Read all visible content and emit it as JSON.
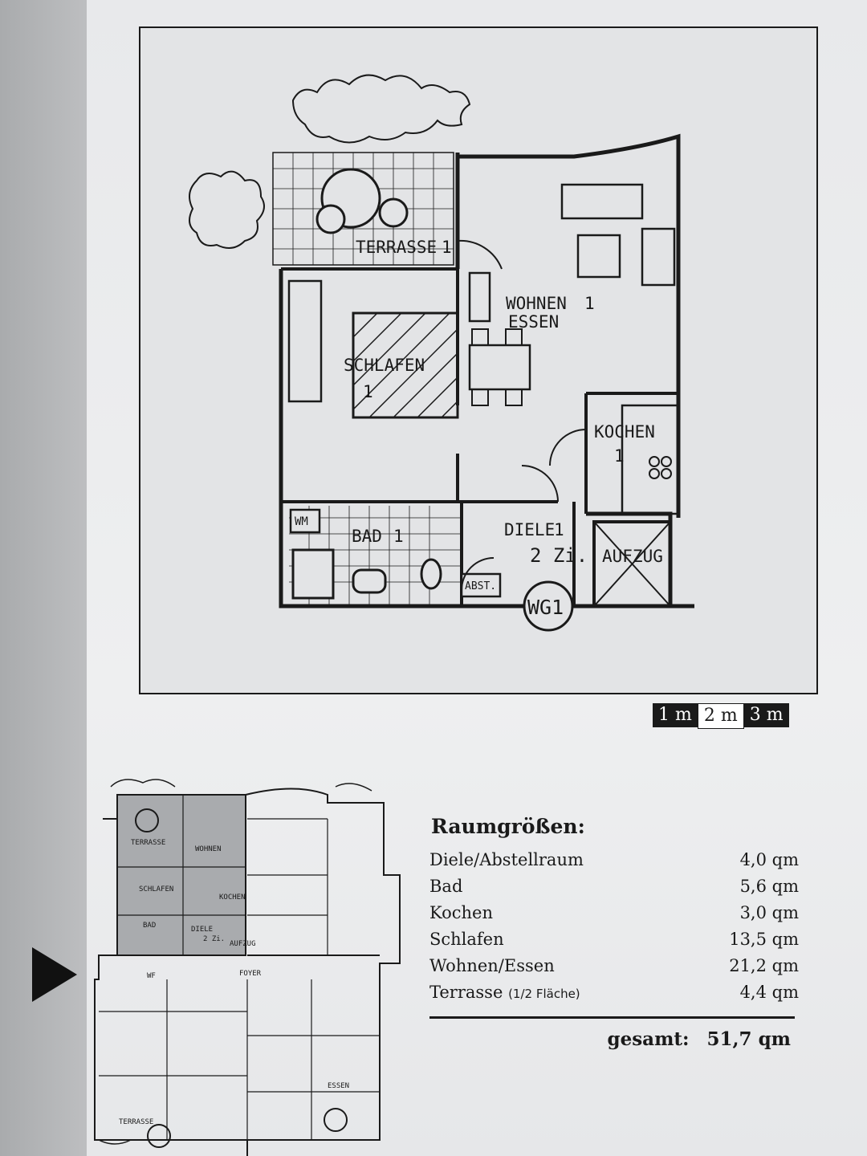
{
  "plan": {
    "rooms": {
      "terrasse": {
        "label": "TERRASSE",
        "num": "1"
      },
      "wohnen": {
        "label1": "WOHNEN",
        "label2": "ESSEN",
        "num": "1"
      },
      "schlafen": {
        "label": "SCHLAFEN",
        "num": "1"
      },
      "kochen": {
        "label": "KOCHEN",
        "num": "1"
      },
      "bad": {
        "label": "BAD",
        "num": "1"
      },
      "diele": {
        "label": "DIELE",
        "num": "1",
        "rooms": "2 Zi."
      },
      "aufzug": {
        "label": "AUFZUG"
      },
      "abst": {
        "label": "ABST."
      },
      "wm": {
        "label": "WM"
      },
      "unit": {
        "label": "WG1"
      }
    }
  },
  "scale_bar": [
    "1 m",
    "2 m",
    "3 m"
  ],
  "site_plan": {
    "labels": {
      "terrasse_top": "TERRASSE",
      "wohnen": "WOHNEN",
      "schlafen": "SCHLAFEN",
      "kochen": "KOCHEN",
      "bad": "BAD",
      "diele": "DIELE",
      "aufzug": "AUFZUG",
      "foyer": "FOYER",
      "wf": "WF",
      "zi": "2 Zi.",
      "essen": "ESSEN",
      "terrasse_bottom": "TERRASSE"
    }
  },
  "room_sizes": {
    "title": "Raumgrößen:",
    "rows": [
      {
        "name": "Diele/Abstellraum",
        "note": "",
        "value": "4,0 qm"
      },
      {
        "name": "Bad",
        "note": "",
        "value": "5,6 qm"
      },
      {
        "name": "Kochen",
        "note": "",
        "value": "3,0 qm"
      },
      {
        "name": "Schlafen",
        "note": "",
        "value": "13,5 qm"
      },
      {
        "name": "Wohnen/Essen",
        "note": "",
        "value": "21,2 qm"
      },
      {
        "name": "Terrasse",
        "note": "(1/2 Fläche)",
        "value": "4,4 qm"
      }
    ],
    "total_label": "gesamt:",
    "total_value": "51,7 qm"
  }
}
